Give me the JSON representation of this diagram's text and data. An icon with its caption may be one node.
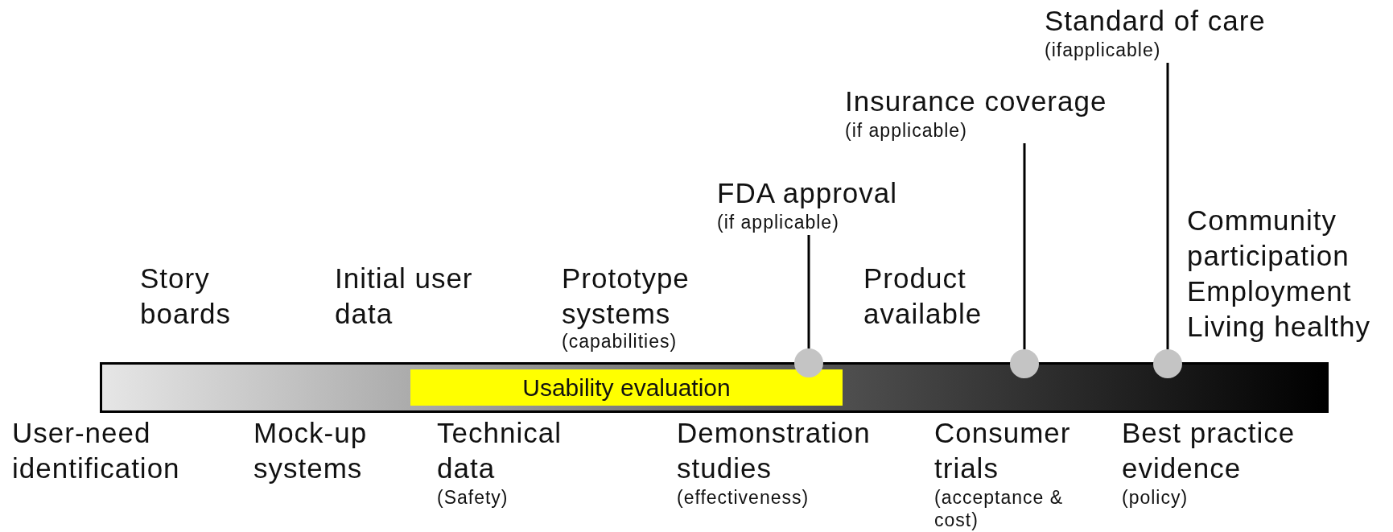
{
  "diagram": {
    "nodes": [
      {
        "text": [
          "Standard of care",
          "(ifapplicable)"
        ]
      },
      {
        "text": [
          "Insurance coverage",
          "(if applicable)"
        ]
      },
      {
        "text": [
          "FDA approval",
          "(if applicable)"
        ]
      },
      {
        "text": [],
        "shape": "bar"
      },
      {
        "text": [
          "Usability evaluation"
        ],
        "in": 3
      },
      {
        "text": [],
        "shape": "circle"
      },
      {
        "text": [],
        "shape": "circle"
      },
      {
        "text": [],
        "shape": "circle"
      }
    ],
    "edges": [
      {
        "from": 2,
        "to": 5,
        "arrow": "none"
      },
      {
        "from": 1,
        "to": 6,
        "arrow": "none"
      },
      {
        "from": 0,
        "to": 7,
        "arrow": "none"
      }
    ],
    "labels": [
      "Story boards",
      "Initial user data",
      "Prototype systems",
      "(capabilities)",
      "Product available",
      "Community participation",
      "Employment",
      "Living healthy",
      "User-need identification",
      "Mock-up systems",
      "Technical data",
      "(Safety)",
      "Demonstration studies",
      "(effectiveness)",
      "Consumer trials",
      "(acceptance & cost)",
      "Best practice evidence",
      "(policy)"
    ]
  }
}
